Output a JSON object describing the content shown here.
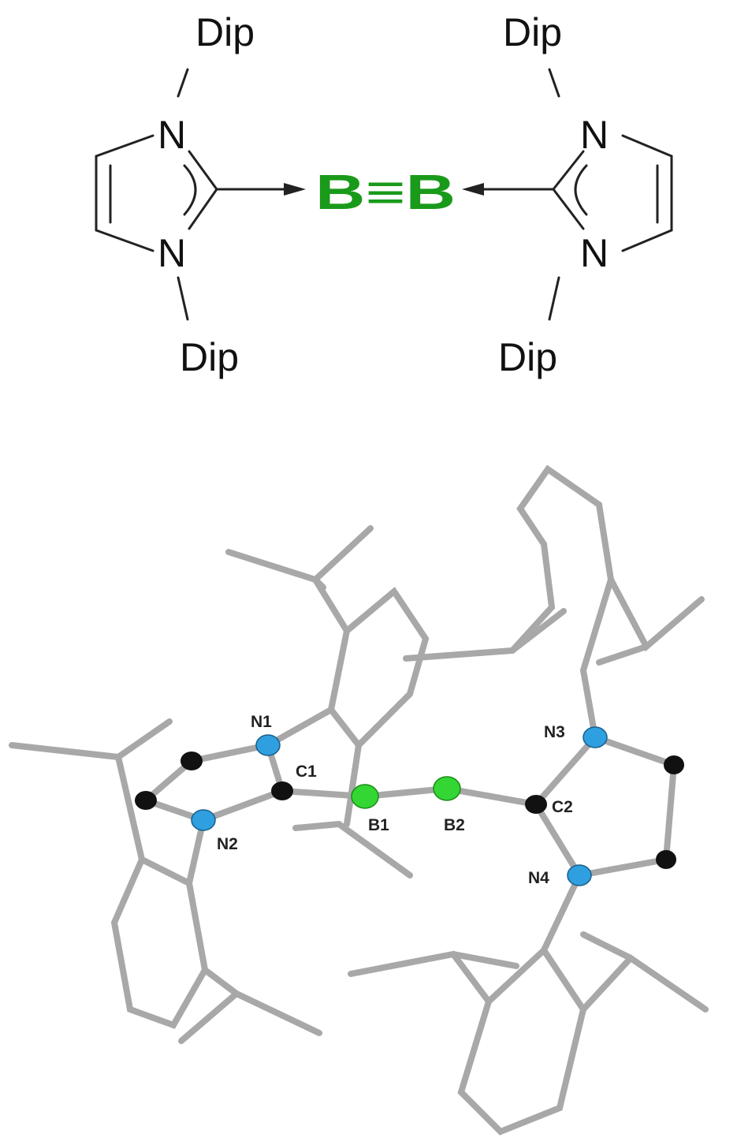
{
  "scheme": {
    "substituent_label": "Dip",
    "nitrogen_label": "N",
    "boron_core": "B≡B",
    "boron_color": "#1a9a1a"
  },
  "crystal_structure": {
    "atom_labels": {
      "N1": "N1",
      "N2": "N2",
      "N3": "N3",
      "N4": "N4",
      "C1": "C1",
      "C2": "C2",
      "B1": "B1",
      "B2": "B2"
    },
    "colors": {
      "nitrogen": "#2f9fe0",
      "boron": "#33d633",
      "carbon": "#111111",
      "stick": "#a8a8a8"
    }
  }
}
